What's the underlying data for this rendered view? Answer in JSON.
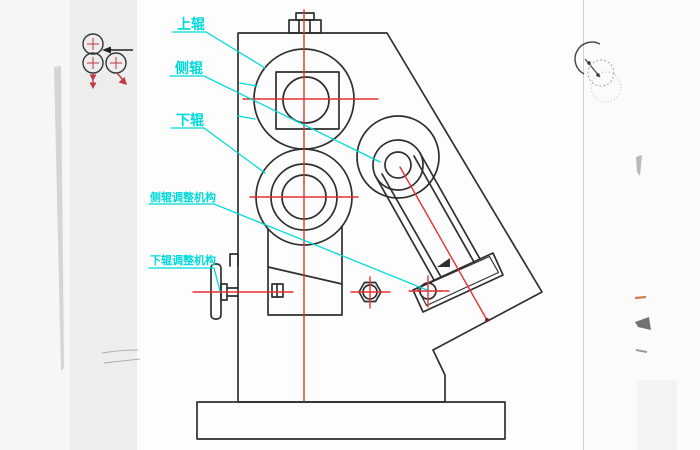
{
  "drawing": {
    "callouts": [
      {
        "label": "上辊"
      },
      {
        "label": "侧辊"
      },
      {
        "label": "下辊"
      },
      {
        "label": "侧辊调整机构"
      },
      {
        "label": "下辊调整机构"
      }
    ],
    "colors": {
      "outline": "#2f2f2f",
      "centerline_red": "#e83030",
      "callout_cyan": "#00d9d9",
      "page_white": "#fdfdfd",
      "background_gray": "#ededed"
    },
    "icons": {
      "roller_schematic": "three-roller-feed-direction-icon",
      "detail_circles": "dashed-overlapping-circles-icon"
    }
  }
}
